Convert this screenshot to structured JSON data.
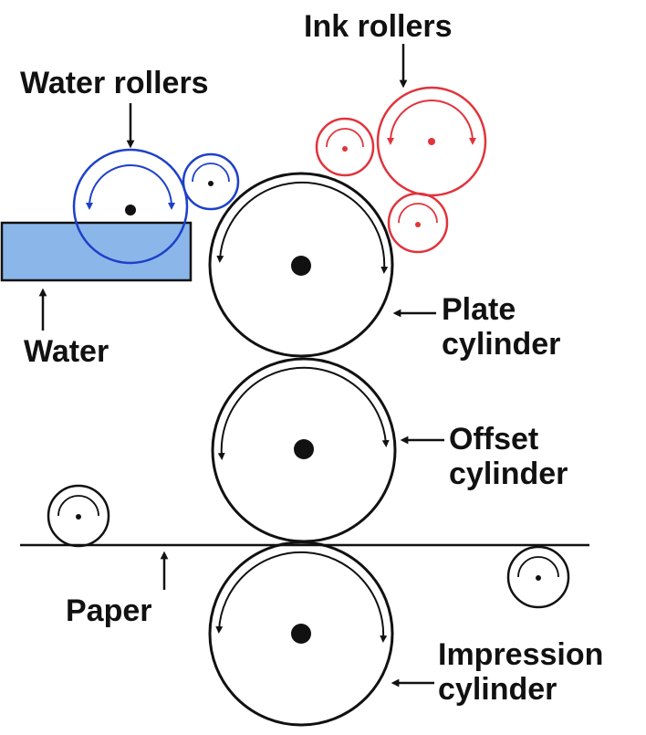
{
  "labels": {
    "ink_rollers": "Ink rollers",
    "water_rollers": "Water rollers",
    "water": "Water",
    "plate_cylinder": [
      "Plate",
      "cylinder"
    ],
    "offset_cylinder": [
      "Offset",
      "cylinder"
    ],
    "paper": "Paper",
    "impression_cylinder": [
      "Impression",
      "cylinder"
    ]
  },
  "colors": {
    "ink": "#e0343c",
    "water_roller": "#1e40c8",
    "water_fill": "#8ab6ea",
    "line": "#111111"
  }
}
